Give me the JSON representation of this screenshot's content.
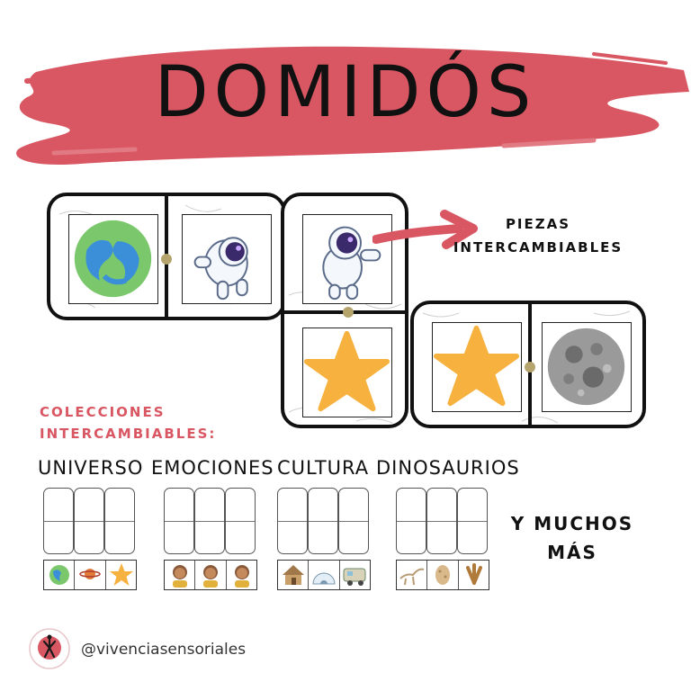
{
  "title": "DOMIDÓS",
  "colors": {
    "brush": "#d95763",
    "arrow": "#d95763",
    "accent_text": "#d95763",
    "dot": "#b5a46b",
    "star": "#f7b13e",
    "earth_ocean": "#3a8fd8",
    "earth_land": "#7bc86c"
  },
  "tiles": {
    "tile_1": {
      "left_icon": "earth-icon",
      "right_icon": "astronaut-icon"
    },
    "tile_2": {
      "top_icon": "astronaut-icon",
      "bottom_icon": "star-icon"
    },
    "tile_3": {
      "left_icon": "star-icon",
      "right_icon": "moon-icon"
    }
  },
  "pieces_label": {
    "line1": "PIEZAS",
    "line2": "INTERCAMBIABLES"
  },
  "collections_label": {
    "line1": "COLECCIONES",
    "line2": "INTERCAMBIABLES:"
  },
  "collections": [
    {
      "name": "UNIVERSO",
      "icons": [
        "earth-icon",
        "planet-icon",
        "star-icon"
      ]
    },
    {
      "name": "EMOCIONES",
      "icons": [
        "child-face-icon",
        "child-face-icon",
        "child-face-icon"
      ]
    },
    {
      "name": "CULTURA",
      "icons": [
        "hut-icon",
        "igloo-icon",
        "caravan-icon"
      ]
    },
    {
      "name": "DINOSAURIOS",
      "icons": [
        "dinosaur-skeleton-icon",
        "egg-icon",
        "footprint-icon"
      ]
    }
  ],
  "more_label": {
    "line1": "Y MUCHOS",
    "line2": "MÁS"
  },
  "footer": {
    "handle": "@vivenciasensoriales",
    "logo_icon": "vivencias-logo-icon"
  }
}
